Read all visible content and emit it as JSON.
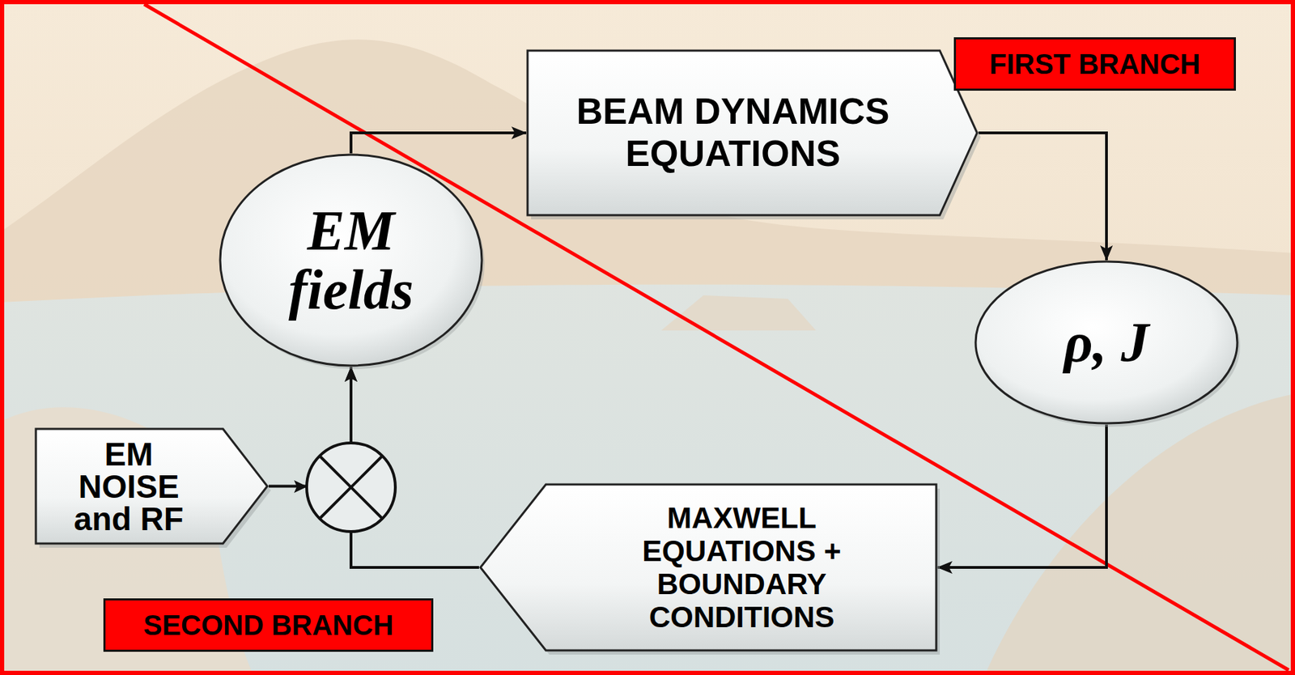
{
  "diagram": {
    "nodes": [
      {
        "text": [
          "BEAM DYNAMICS EQUATIONS"
        ]
      },
      {
        "text": [
          "FIRST BRANCH"
        ]
      },
      {
        "text": [
          "EM fields"
        ]
      },
      {
        "text": [
          "ρ, J"
        ]
      },
      {
        "text": [
          "EM NOISE and RF"
        ]
      },
      {
        "text": [
          "MAXWELL EQUATIONS + BOUNDARY CONDITIONS"
        ]
      },
      {
        "text": [
          "SECOND BRANCH"
        ]
      }
    ],
    "edges": [
      {
        "from": 2,
        "to": 0,
        "arrow": "to"
      },
      {
        "from": 0,
        "to": 3,
        "arrow": "to"
      },
      {
        "from": 3,
        "to": 5,
        "arrow": "to"
      },
      {
        "from": 5,
        "to": 2,
        "arrow": "to"
      },
      {
        "from": 4,
        "to": 2,
        "arrow": "to"
      }
    ]
  }
}
